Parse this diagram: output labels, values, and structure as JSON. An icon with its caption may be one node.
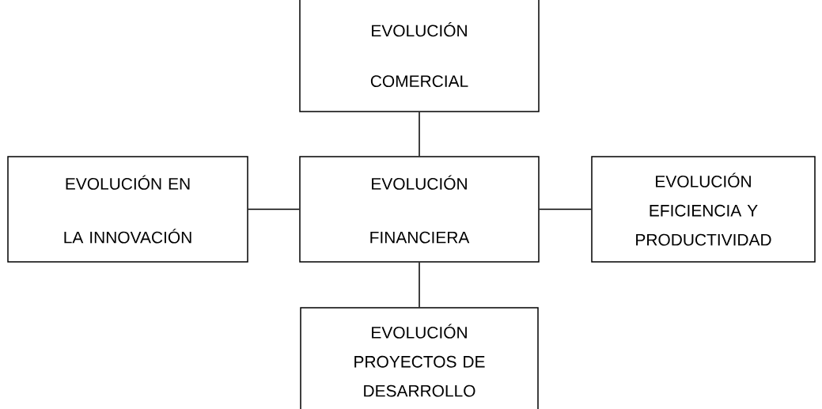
{
  "diagram": {
    "nodes": [
      {
        "text": [
          "EVOLUCIÓN COMERCIAL"
        ]
      },
      {
        "text": [
          "EVOLUCIÓN EN LA INNOVACIÓN"
        ]
      },
      {
        "text": [
          "EVOLUCIÓN FINANCIERA"
        ]
      },
      {
        "text": [
          "EVOLUCIÓN EFICIENCIA Y PRODUCTIVIDAD"
        ]
      },
      {
        "text": [
          "EVOLUCIÓN PROYECTOS DE DESARROLLO"
        ]
      }
    ],
    "edges": [
      {
        "from": 0,
        "to": 2,
        "arrow": "none"
      },
      {
        "from": 1,
        "to": 2,
        "arrow": "none"
      },
      {
        "from": 2,
        "to": 3,
        "arrow": "none"
      },
      {
        "from": 2,
        "to": 4,
        "arrow": "none"
      }
    ]
  }
}
